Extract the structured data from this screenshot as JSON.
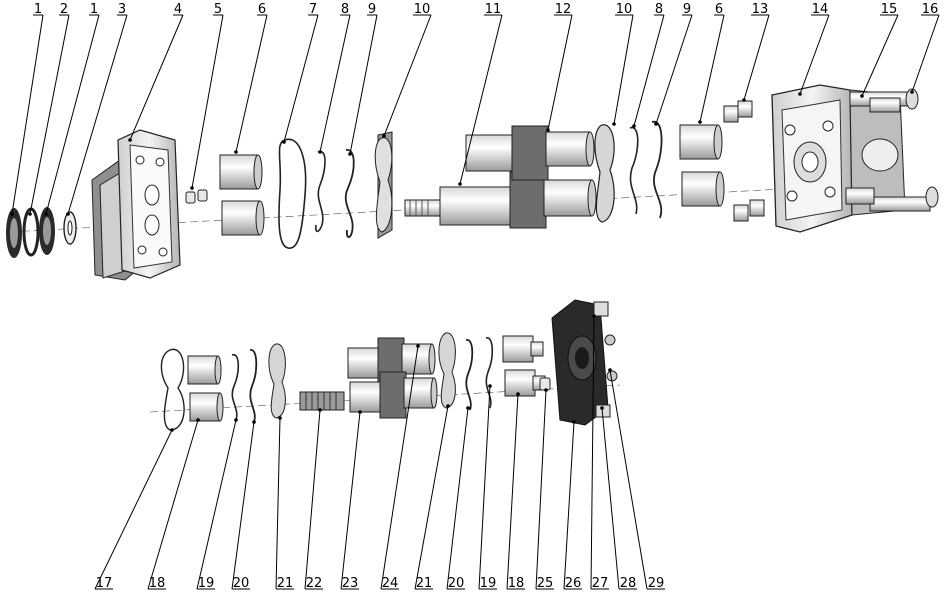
{
  "callouts": {
    "top": [
      "1",
      "2",
      "1",
      "3",
      "4",
      "5",
      "6",
      "7",
      "8",
      "9",
      "10",
      "11",
      "12",
      "10",
      "8",
      "9",
      "6",
      "13",
      "14",
      "15",
      "16"
    ],
    "bottom": [
      "17",
      "18",
      "19",
      "20",
      "21",
      "22",
      "23",
      "24",
      "21",
      "20",
      "19",
      "18",
      "25",
      "26",
      "27",
      "28",
      "29"
    ]
  },
  "colors": {
    "line": "#000000",
    "metal_light": "#eeeeee",
    "metal_mid": "#c9c9c9",
    "metal_dark": "#7a7a7a",
    "black": "#1f1f1f"
  }
}
